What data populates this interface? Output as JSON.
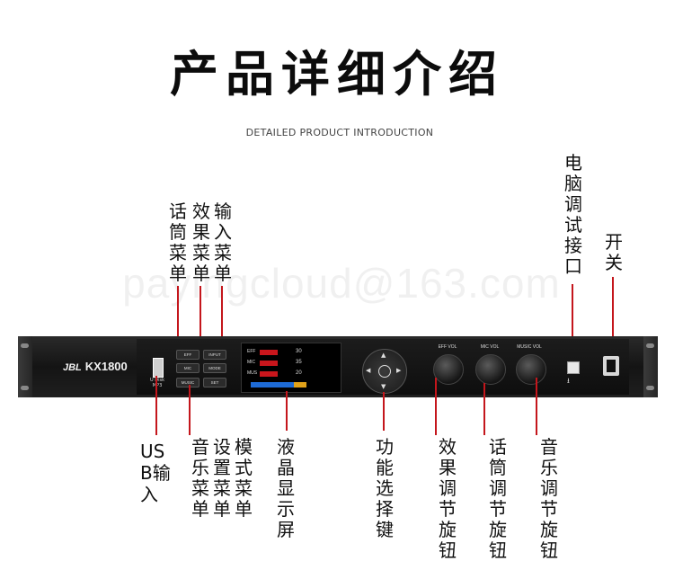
{
  "header": {
    "title": "产品详细介绍",
    "subtitle": "DETAILED PRODUCT INTRODUCTION"
  },
  "watermark": "payingcloud@163.com",
  "device": {
    "brand_logo": "JBL",
    "model": "KX1800",
    "usb_text": "U Disk MP3",
    "buttons": {
      "eff": "EFF",
      "input": "INPUT",
      "mic": "MIC",
      "mode": "MODE",
      "music": "MUSIC",
      "set": "SET"
    },
    "lcd": [
      {
        "label": "EFF",
        "value": "30"
      },
      {
        "label": "MIC",
        "value": "35"
      },
      {
        "label": "MUS",
        "value": "20"
      }
    ],
    "knobs": {
      "eff_vol": "EFF VOL",
      "mic_vol": "MIC VOL",
      "music_vol": "MUSIC VOL"
    }
  },
  "callouts": {
    "mic_menu": "话筒菜单",
    "effect_menu": "效果菜单",
    "input_menu": "输入菜单",
    "pc_debug": "电脑调试接口",
    "power": "开关",
    "usb_input": "USB输入",
    "music_menu": "音乐菜单",
    "settings_menu": "设置菜单",
    "mode_menu": "模式菜单",
    "lcd_screen": "液晶显示屏",
    "function_select": "功能选择键",
    "effect_knob": "效果调节旋钮",
    "mic_knob": "话筒调节旋钮",
    "music_knob": "音乐调节旋钮"
  },
  "colors": {
    "callout_line": "#c4161c",
    "panel": "#141414",
    "lcd_bar": "#c9161c"
  }
}
